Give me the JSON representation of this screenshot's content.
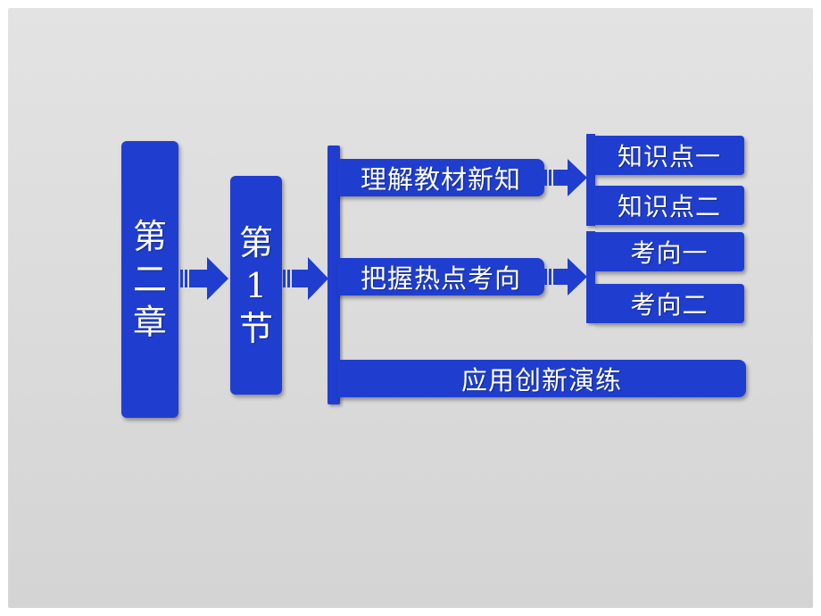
{
  "chapter": [
    "第",
    "二",
    "章"
  ],
  "section": [
    "第",
    "1",
    "节"
  ],
  "branches": {
    "understand": "理解教材新知",
    "grasp": "把握热点考向",
    "practice": "应用创新演练"
  },
  "leaves": {
    "point1": "知识点一",
    "point2": "知识点二",
    "direction1": "考向一",
    "direction2": "考向二"
  },
  "colors": {
    "box": "#1f3ed0",
    "background": "#d9d9d9"
  }
}
